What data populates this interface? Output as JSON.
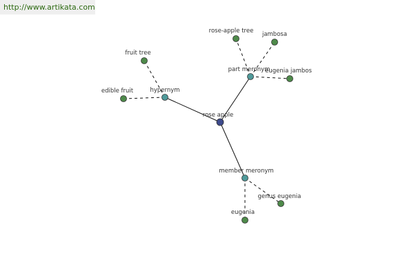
{
  "banner": {
    "url_text": "http://www.artikata.com"
  },
  "colors": {
    "root": "#3d4a8c",
    "relation": "#4f9a9a",
    "leaf": "#4e8a4a",
    "node_stroke": "#333333",
    "edge": "#111111",
    "banner_text": "#2d6a12"
  },
  "graph": {
    "nodes": [
      {
        "id": "rose-apple",
        "label": "rose apple",
        "kind": "root"
      },
      {
        "id": "hypernym",
        "label": "hypernym",
        "kind": "relation"
      },
      {
        "id": "part-meronym",
        "label": "part meronym",
        "kind": "relation"
      },
      {
        "id": "member-meronym",
        "label": "member meronym",
        "kind": "relation"
      },
      {
        "id": "fruit-tree",
        "label": "fruit tree",
        "kind": "leaf"
      },
      {
        "id": "edible-fruit",
        "label": "edible fruit",
        "kind": "leaf"
      },
      {
        "id": "rose-apple-tree",
        "label": "rose-apple tree",
        "kind": "leaf"
      },
      {
        "id": "jambosa",
        "label": "jambosa",
        "kind": "leaf"
      },
      {
        "id": "eugenia-jambos",
        "label": "eugenia jambos",
        "kind": "leaf"
      },
      {
        "id": "genus-eugenia",
        "label": "genus eugenia",
        "kind": "leaf"
      },
      {
        "id": "eugenia",
        "label": "eugenia",
        "kind": "leaf"
      }
    ],
    "edges": [
      {
        "from": "rose-apple",
        "to": "hypernym",
        "style": "solid"
      },
      {
        "from": "rose-apple",
        "to": "part-meronym",
        "style": "solid"
      },
      {
        "from": "rose-apple",
        "to": "member-meronym",
        "style": "solid"
      },
      {
        "from": "hypernym",
        "to": "fruit-tree",
        "style": "dashed"
      },
      {
        "from": "hypernym",
        "to": "edible-fruit",
        "style": "dashed"
      },
      {
        "from": "part-meronym",
        "to": "rose-apple-tree",
        "style": "dashed"
      },
      {
        "from": "part-meronym",
        "to": "jambosa",
        "style": "dashed"
      },
      {
        "from": "part-meronym",
        "to": "eugenia-jambos",
        "style": "dashed"
      },
      {
        "from": "member-meronym",
        "to": "genus-eugenia",
        "style": "dashed"
      },
      {
        "from": "member-meronym",
        "to": "eugenia",
        "style": "dashed"
      }
    ]
  }
}
